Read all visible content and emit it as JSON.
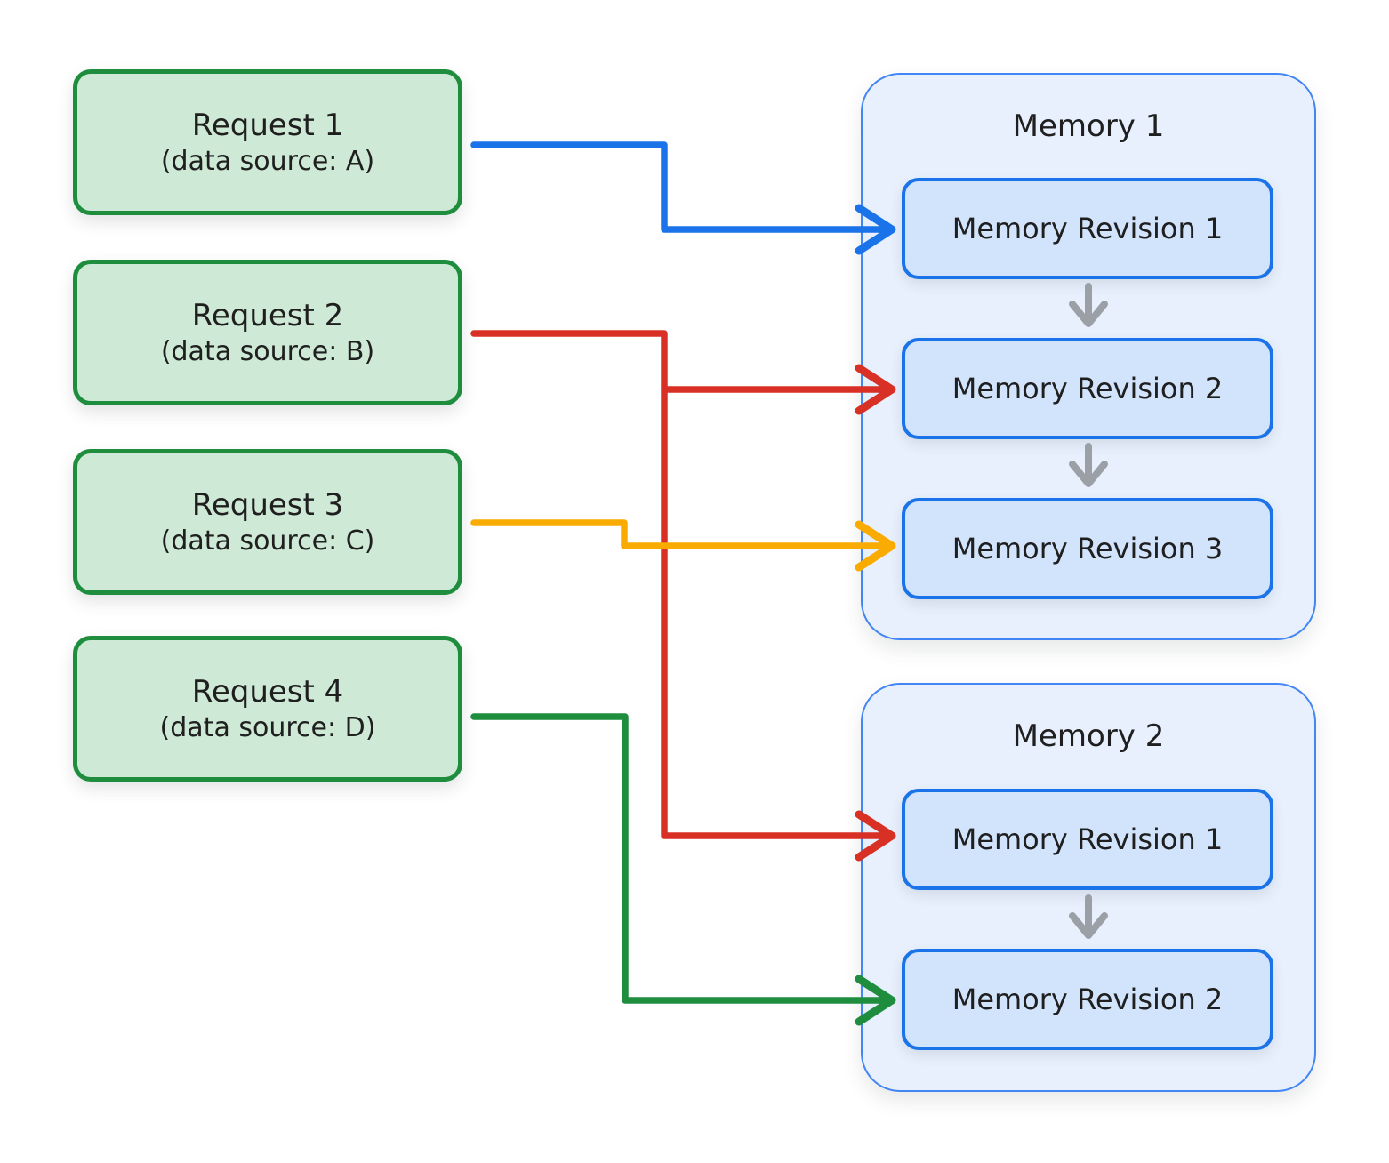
{
  "palette": {
    "blue": "#1a73e8",
    "red": "#d93025",
    "yellow": "#f9ab00",
    "green": "#1e8e3e",
    "gray": "#9aa0a6"
  },
  "requests": [
    {
      "title": "Request 1",
      "subtitle": "(data source: A)"
    },
    {
      "title": "Request 2",
      "subtitle": "(data source: B)"
    },
    {
      "title": "Request 3",
      "subtitle": "(data source: C)"
    },
    {
      "title": "Request 4",
      "subtitle": "(data source: D)"
    }
  ],
  "memories": [
    {
      "title": "Memory 1",
      "revisions": [
        "Memory Revision 1",
        "Memory Revision 2",
        "Memory Revision 3"
      ]
    },
    {
      "title": "Memory 2",
      "revisions": [
        "Memory Revision 1",
        "Memory Revision 2"
      ]
    }
  ],
  "connections": [
    {
      "from": "Request 1",
      "to": "Memory 1 / Memory Revision 1",
      "color": "blue"
    },
    {
      "from": "Request 2",
      "to": "Memory 1 / Memory Revision 2",
      "color": "red"
    },
    {
      "from": "Request 2",
      "to": "Memory 2 / Memory Revision 1",
      "color": "red"
    },
    {
      "from": "Request 3",
      "to": "Memory 1 / Memory Revision 3",
      "color": "yellow"
    },
    {
      "from": "Request 4",
      "to": "Memory 2 / Memory Revision 2",
      "color": "green"
    }
  ]
}
